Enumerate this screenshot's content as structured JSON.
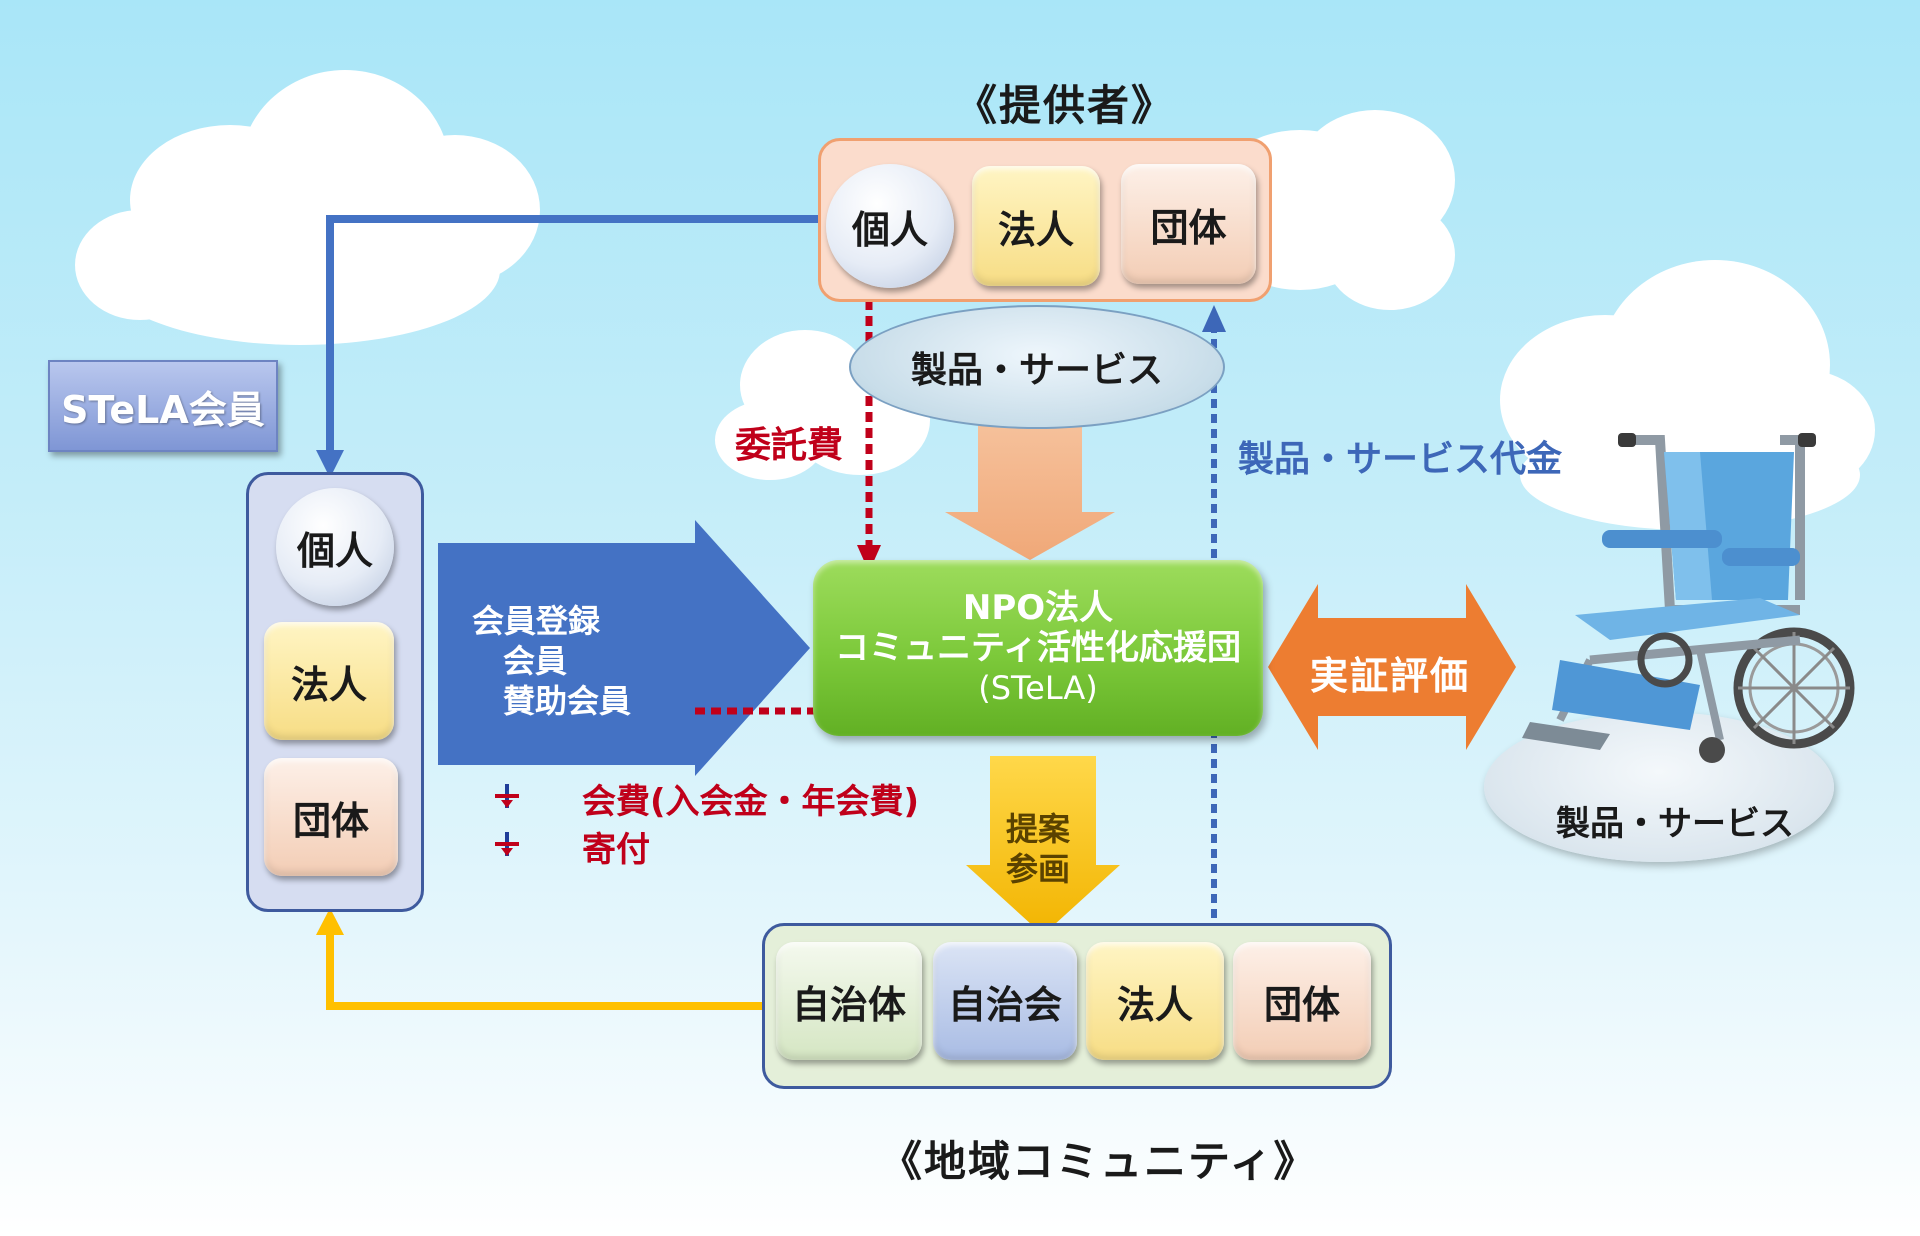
{
  "providers": {
    "title": "《提供者》",
    "items": [
      "個人",
      "法人",
      "団体"
    ],
    "product_label": "製品・サービス"
  },
  "members": {
    "badge": "STeLA会員",
    "items": [
      "個人",
      "法人",
      "団体"
    ]
  },
  "registration": {
    "line1": "会員登録",
    "line2": "会員",
    "line3": "賛助会員"
  },
  "npo": {
    "line1": "NPO法人",
    "line2": "コミュニティ活性化応援団",
    "line3": "(STeLA)"
  },
  "flows": {
    "consignment_fee": "委託費",
    "product_payment": "製品・サービス代金",
    "evaluation": "実証評価",
    "proposal_line1": "提案",
    "proposal_line2": "参画",
    "fee": "会費(入会金・年会費)",
    "donation": "寄付"
  },
  "community": {
    "title": "《地域コミュニティ》",
    "items": [
      "自治体",
      "自治会",
      "法人",
      "団体"
    ]
  },
  "product": {
    "label": "製品・サービス"
  },
  "colors": {
    "blue_arrow": "#4472c4",
    "orange_arrow": "#f4b183",
    "evaluation_arrow": "#ed7d31",
    "proposal_arrow": "#ffc000",
    "npo_green": "#7cc93a",
    "red_text": "#c0001a"
  }
}
